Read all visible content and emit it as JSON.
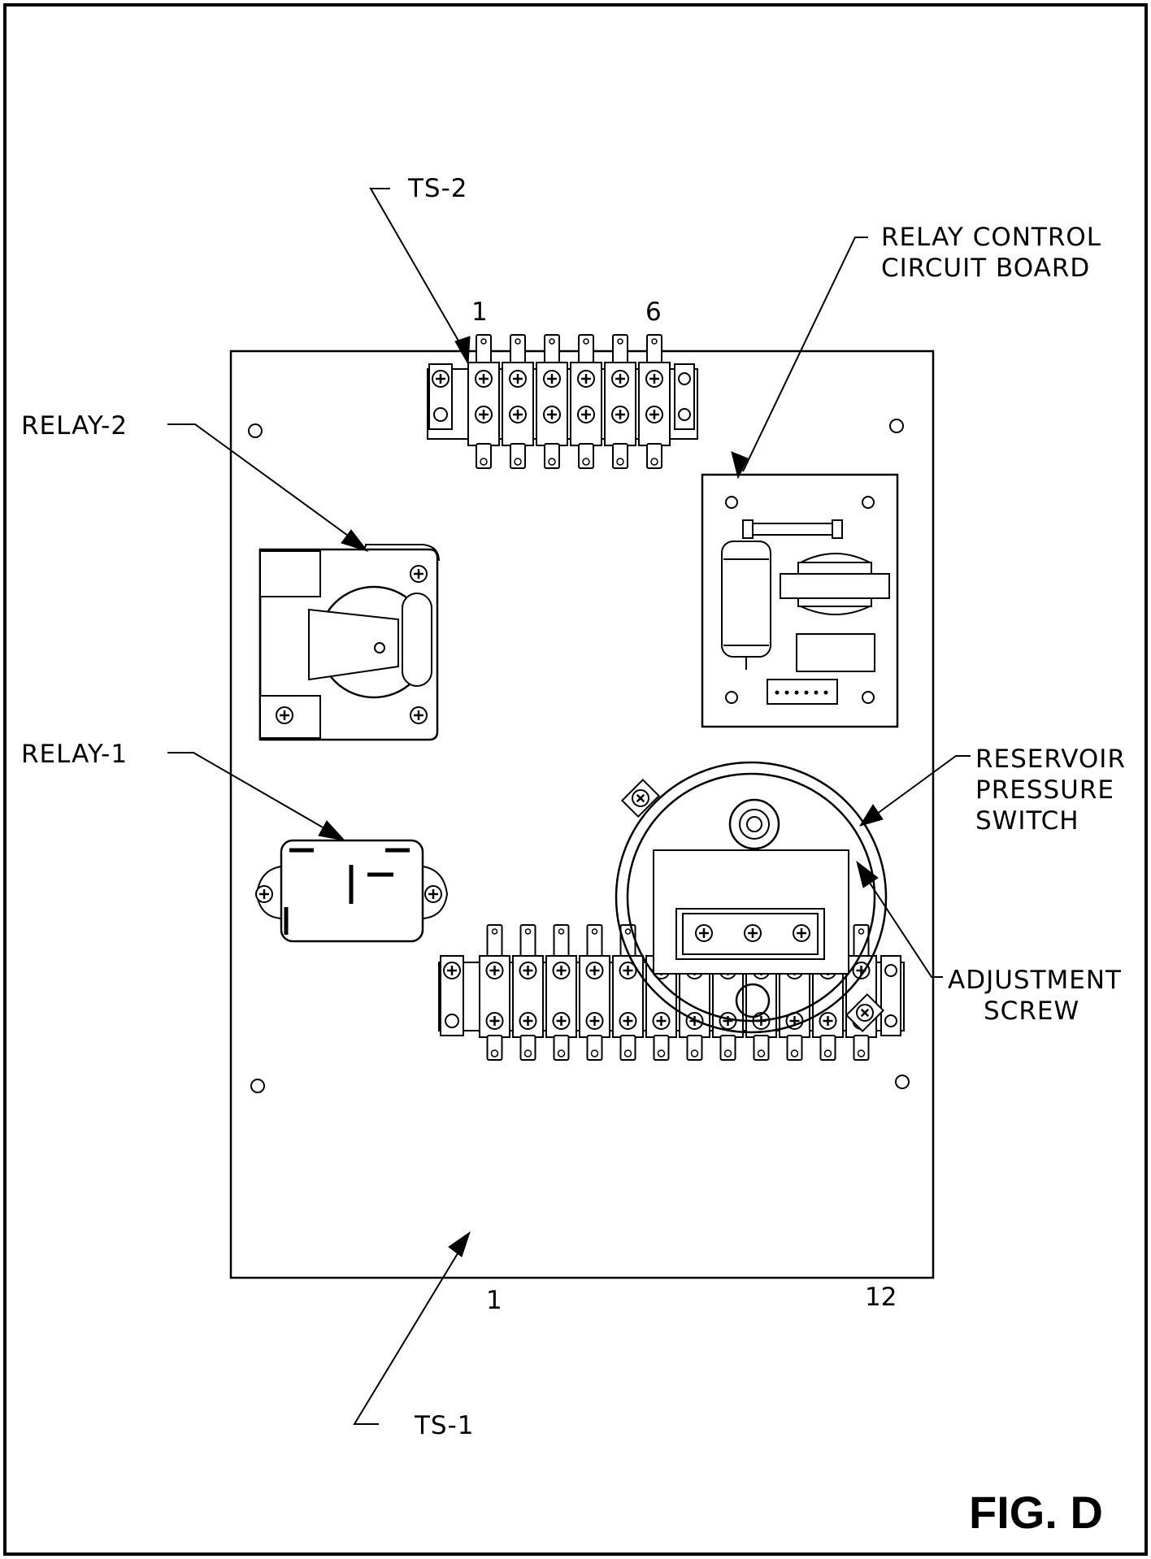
{
  "figure": {
    "label": "FIG. D"
  },
  "callouts": {
    "ts2": "TS-2",
    "ts1": "TS-1",
    "relay_control_line1": "RELAY CONTROL",
    "relay_control_line2": "CIRCUIT BOARD",
    "relay2": "RELAY-2",
    "relay1": "RELAY-1",
    "reservoir_line1": "RESERVOIR",
    "reservoir_line2": "PRESSURE",
    "reservoir_line3": "SWITCH",
    "adjustment_line1": "ADJUSTMENT",
    "adjustment_line2": "SCREW"
  },
  "terminal_numbers": {
    "ts2_first": "1",
    "ts2_last": "6",
    "ts1_first": "1",
    "ts1_last": "12"
  },
  "components": {
    "ts2_terminals": 6,
    "ts1_terminals": 12
  }
}
